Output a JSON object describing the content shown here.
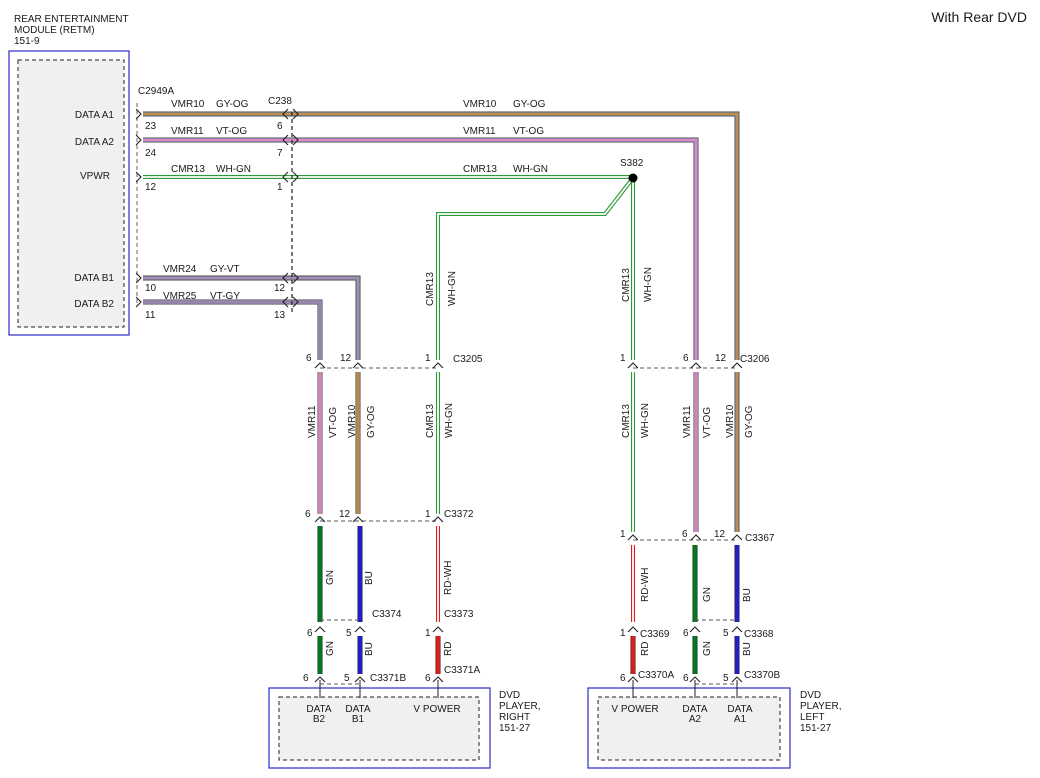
{
  "header": {
    "variant": "With Rear DVD"
  },
  "modules": {
    "retm": {
      "name": "REAR ENTERTAINMENT MODULE (RETM)",
      "name_lines": [
        "REAR ENTERTAINMENT",
        "MODULE (RETM)"
      ],
      "ref": "151-9",
      "pins": {
        "data_a1": "DATA A1",
        "data_a2": "DATA A2",
        "vpwr": "VPWR",
        "data_b1": "DATA B1",
        "data_b2": "DATA B2"
      }
    },
    "dvd_right": {
      "name_lines": [
        "DVD",
        "PLAYER,",
        "RIGHT"
      ],
      "ref": "151-27",
      "pins": {
        "data_b2": [
          "DATA",
          "B2"
        ],
        "data_b1": [
          "DATA",
          "B1"
        ],
        "vpower": "V POWER"
      }
    },
    "dvd_left": {
      "name_lines": [
        "DVD",
        "PLAYER,",
        "LEFT"
      ],
      "ref": "151-27",
      "pins": {
        "vpower": "V POWER",
        "data_a2": [
          "DATA",
          "A2"
        ],
        "data_a1": [
          "DATA",
          "A1"
        ]
      }
    }
  },
  "connectors": {
    "c2949a": "C2949A",
    "c238": "C238",
    "c3205": "C3205",
    "c3206": "C3206",
    "c3372": "C3372",
    "c3374": "C3374",
    "c3373": "C3373",
    "c3371a": "C3371A",
    "c3371b": "C3371B",
    "c3367": "C3367",
    "c3369": "C3369",
    "c3368": "C3368",
    "c3370a": "C3370A",
    "c3370b": "C3370B"
  },
  "splice": {
    "label": "S382"
  },
  "pins": {
    "retm_a1": "23",
    "retm_a2": "24",
    "retm_vpwr": "12",
    "retm_b1": "10",
    "retm_b2": "11",
    "c238_a1": "6",
    "c238_a2": "7",
    "c238_vpwr": "1",
    "c238_b1": "12",
    "c238_b2": "13",
    "c3205_vt": "6",
    "c3205_gy": "12",
    "c3205_wh": "1",
    "c3206_wh": "1",
    "c3206_vt": "6",
    "c3206_gy": "12",
    "c3372_vt": "6",
    "c3372_gy": "12",
    "c3372_wh": "1",
    "c3374_gn": "6",
    "c3374_bu": "5",
    "c3373_rd": "1",
    "c3371b_gn": "6",
    "c3371b_bu": "5",
    "c3371a_rd": "6",
    "c3367_wh": "1",
    "c3367_vt": "6",
    "c3367_gy": "12",
    "c3369_rd": "1",
    "c3368_gn": "6",
    "c3368_bu": "5",
    "c3370a_rd": "6",
    "c3370b_gn": "6",
    "c3370b_bu": "5"
  },
  "circuits": {
    "vmr10": "VMR10",
    "vmr11": "VMR11",
    "cmr13": "CMR13",
    "vmr24": "VMR24",
    "vmr25": "VMR25"
  },
  "wire_colors": {
    "gy_og": "GY-OG",
    "vt_og": "VT-OG",
    "wh_gn": "WH-GN",
    "gy_vt": "GY-VT",
    "vt_gy": "VT-GY",
    "gn": "GN",
    "bu": "BU",
    "rd_wh": "RD-WH",
    "rd": "RD"
  },
  "palette": {
    "gray": "#8a8a8a",
    "orange": "#d28f2f",
    "violet": "#a98bd6",
    "pink": "#f28cb1",
    "white": "#ffffff",
    "green": "#2f9a3a",
    "green_dark": "#007a1f",
    "blue": "#1f1fd0",
    "red": "#e41b1b",
    "module_border": "#3b3bc9"
  }
}
